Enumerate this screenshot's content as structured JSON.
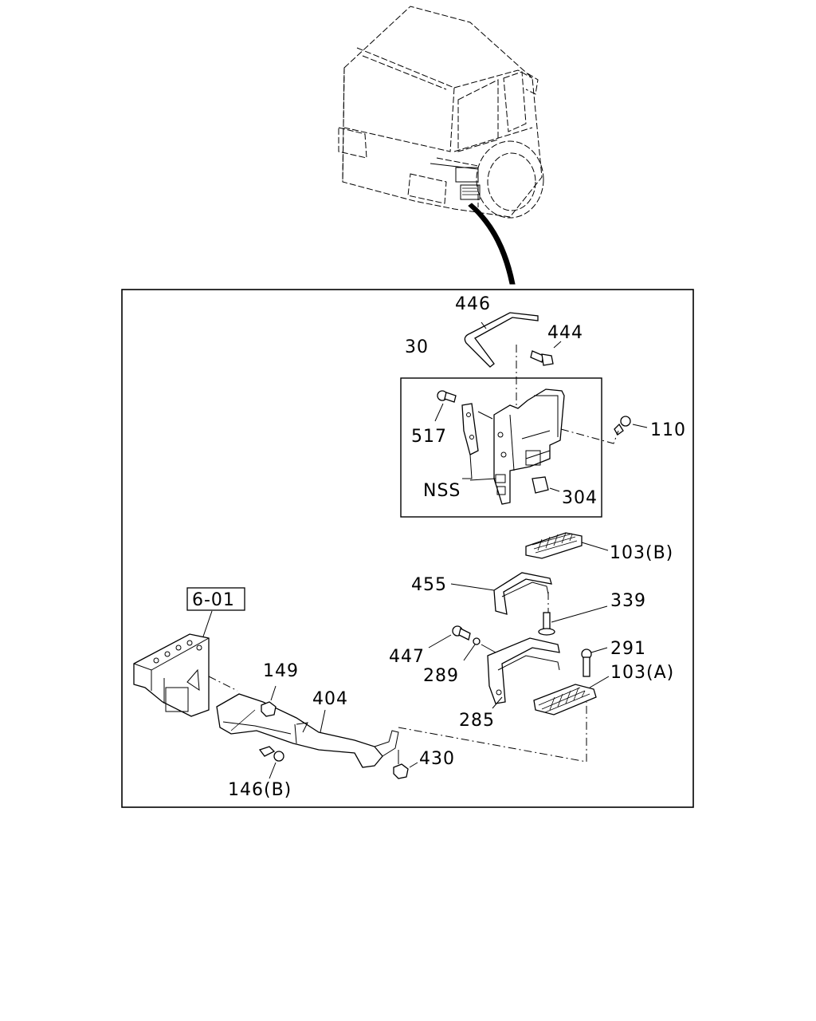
{
  "callouts": {
    "c446": "446",
    "c444": "444",
    "c30": "30",
    "c517": "517",
    "c110": "110",
    "cNSS": "NSS",
    "c304": "304",
    "c103B": "103(B)",
    "c455": "455",
    "c339": "339",
    "c601": "6-01",
    "c447": "447",
    "c289": "289",
    "c291": "291",
    "c103A": "103(A)",
    "c149": "149",
    "c404": "404",
    "c285": "285",
    "c430": "430",
    "c146B": "146(B)"
  }
}
